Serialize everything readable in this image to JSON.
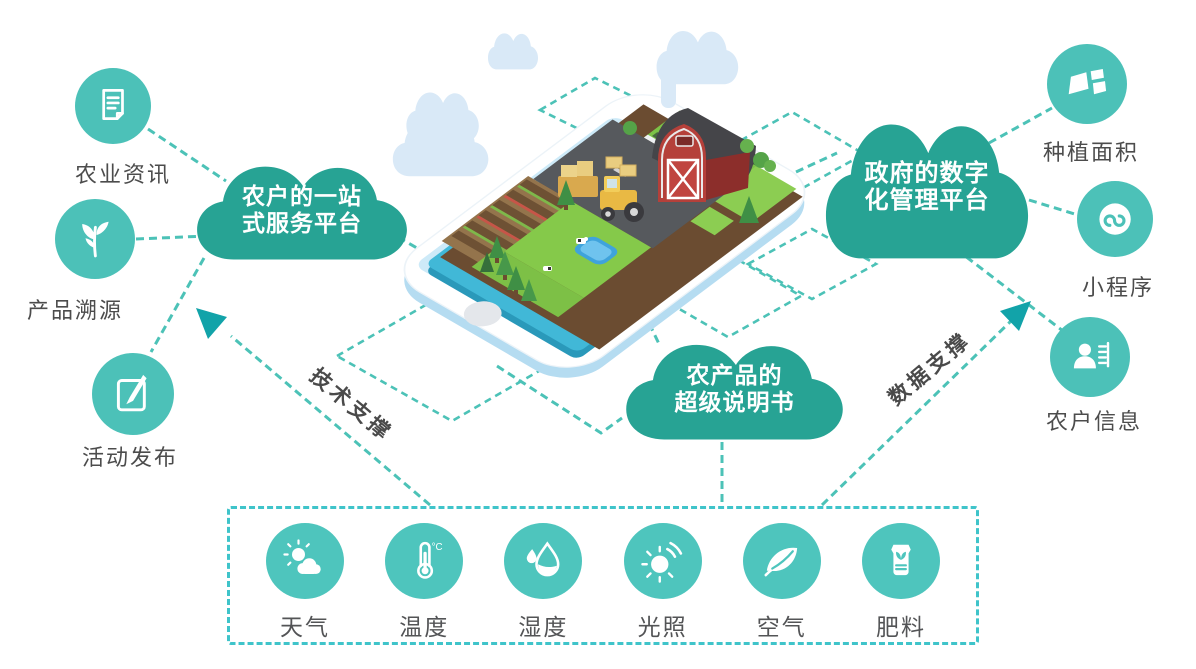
{
  "diagram_title": "",
  "palette": {
    "cloud_teal": "#27a394",
    "circle_teal": "#4cc1b8",
    "sensor_circle_teal": "#4ec5bd",
    "dash_line": "#4cc2b7",
    "panel_border": "#3fc4ca",
    "arrow": "#12a3a9",
    "label_text": "#4c4c4c",
    "light_cloud": "#d9e9f7",
    "phone_edge": "#b5dcf1",
    "screen_teal": "#41b8d7"
  },
  "clouds": {
    "left": {
      "line1": "农户的一站",
      "line2": "式服务平台"
    },
    "right": {
      "line1": "政府的数字",
      "line2": "化管理平台"
    },
    "bottom": {
      "line1": "农产品的",
      "line2": "超级说明书"
    }
  },
  "left_nodes": [
    {
      "label": "农业资讯",
      "icon": "news-doc-icon"
    },
    {
      "label": "产品溯源",
      "icon": "sprout-icon"
    },
    {
      "label": "活动发布",
      "icon": "edit-pencil-icon"
    }
  ],
  "right_nodes": [
    {
      "label": "种植面积",
      "icon": "field-plots-icon"
    },
    {
      "label": "小程序",
      "icon": "mini-program-icon"
    },
    {
      "label": "农户信息",
      "icon": "farmer-profile-icon"
    }
  ],
  "edge_labels": {
    "tech": "技术支撑",
    "data": "数据支撑"
  },
  "sensor_panel": {
    "items": [
      {
        "label": "天气",
        "icon": "weather-sun-cloud-icon"
      },
      {
        "label": "温度",
        "icon": "thermometer-icon",
        "icon_text": "°C"
      },
      {
        "label": "湿度",
        "icon": "humidity-drops-icon"
      },
      {
        "label": "光照",
        "icon": "sunlight-icon"
      },
      {
        "label": "空气",
        "icon": "air-leaf-icon"
      },
      {
        "label": "肥料",
        "icon": "fertilizer-bag-icon"
      }
    ]
  },
  "center_illustration": "isometric-smartphone-farm"
}
